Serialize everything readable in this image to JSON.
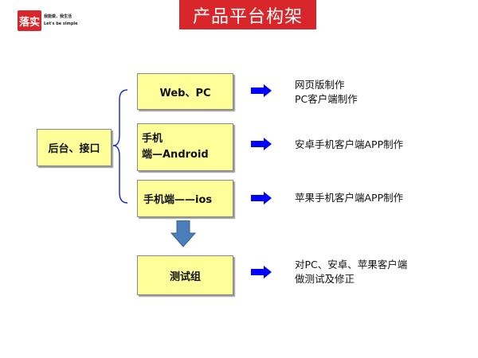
{
  "logo": {
    "mark": "落实",
    "slogan": "我能做，我生活",
    "tagline": "Let's be simple"
  },
  "title": "产品平台构架",
  "backend": "后台、接口",
  "platforms": [
    {
      "label": "Web、PC",
      "notes": [
        "网页版制作",
        "PC客户端制作"
      ]
    },
    {
      "label_line1": "手机",
      "label_line2": "端—Android",
      "notes": [
        "安卓手机客户端APP制作"
      ]
    },
    {
      "label": "手机端——ios",
      "notes": [
        "苹果手机客户端APP制作"
      ]
    }
  ],
  "test": {
    "label": "测试组",
    "notes": [
      "对PC、安卓、苹果客户端",
      "做测试及修正"
    ]
  },
  "colors": {
    "red": "#d8262a",
    "box": "#ffff99",
    "arrow": "#0000ff",
    "down_arrow": "#4a7ebb"
  }
}
